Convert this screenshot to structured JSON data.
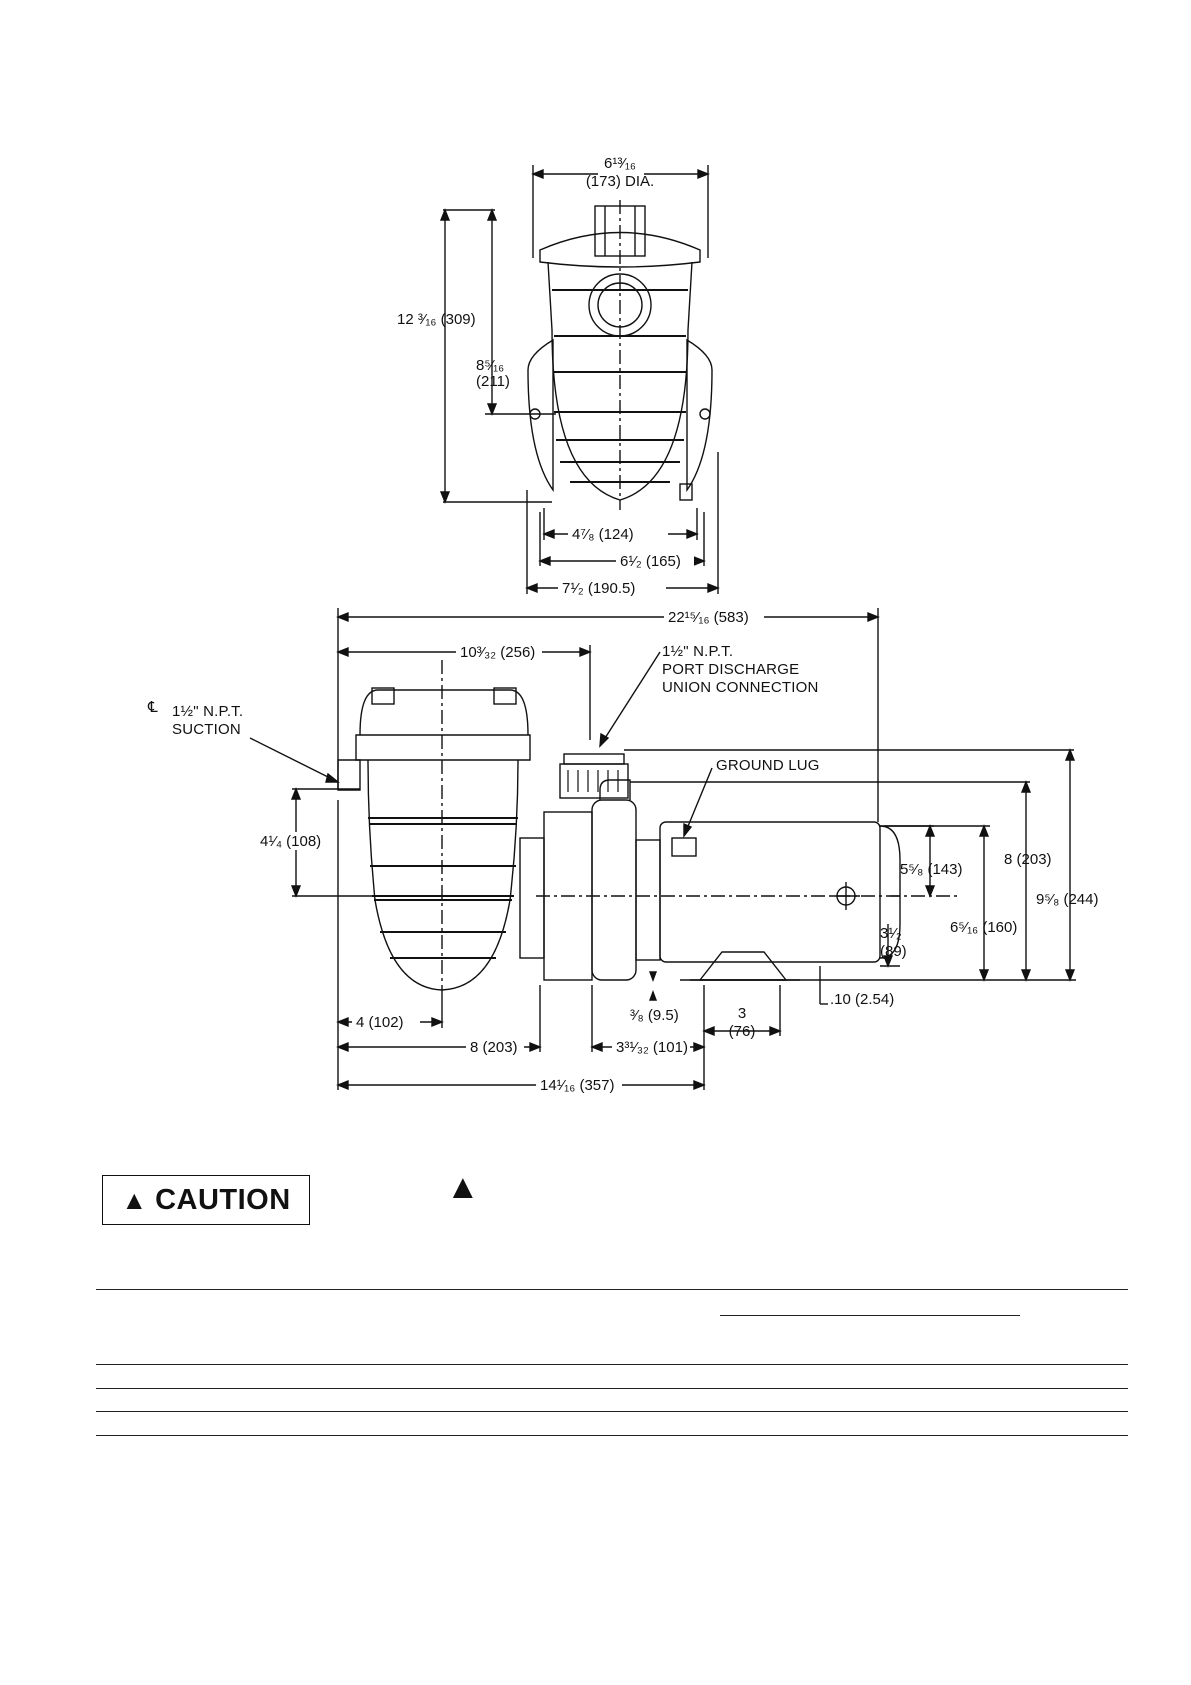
{
  "top_view": {
    "dia": "6¹³⁄₁₆",
    "dia_mm": "(173) DIA.",
    "height_total": "12 ³⁄₁₆ (309)",
    "height_center": "8⁵⁄₁₆",
    "height_center_mm": "(211)",
    "width_a": "4⁷⁄₈ (124)",
    "width_b": "6¹⁄₂ (165)",
    "width_c": "7¹⁄₂ (190.5)"
  },
  "side_view": {
    "overall_length": "22¹⁵⁄₁₆ (583)",
    "discharge_offset": "10³⁄₃₂ (256)",
    "discharge_label": [
      "1½\" N.P.T.",
      "PORT DISCHARGE",
      "UNION CONNECTION"
    ],
    "suction_label": [
      "1½\" N.P.T.",
      "SUCTION"
    ],
    "ground_lug_label": "GROUND LUG",
    "suction_height": "4¹⁄₄ (108)",
    "shaft_height": "5⁵⁄₈ (143)",
    "motor_height": "6⁵⁄₁₆ (160)",
    "height_8": "8 (203)",
    "height_total": "9⁵⁄₈ (244)",
    "foot_height": "3¹⁄₂",
    "foot_height_mm": "(89)",
    "base_gap": ".10 (2.54)",
    "base_offset": "³⁄₈ (9.5)",
    "foot_width": "3",
    "foot_width_mm": "(76)",
    "strainer_half": "4 (102)",
    "strainer_len": "8 (203)",
    "foot_offset": "3³¹⁄₃₂ (101)",
    "base_length": "14¹⁄₁₆ (357)"
  },
  "caution": {
    "icon": "warning-triangle-icon",
    "label": "CAUTION"
  }
}
